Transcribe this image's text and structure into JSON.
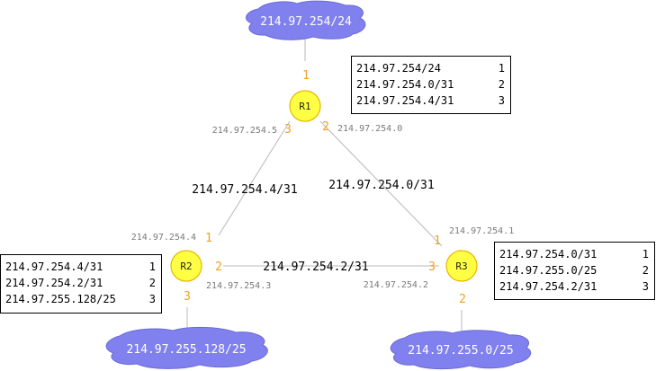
{
  "colors": {
    "cloud_fill": "#8080ee",
    "router_fill": "#ffff44",
    "router_stroke": "#e8b400",
    "port_color": "#f2a020",
    "link_color": "#b8b8b8"
  },
  "clouds": {
    "top": "214.97.254/24",
    "bottom_left": "214.97.255.128/25",
    "bottom_right": "214.97.255.0/25"
  },
  "routers": {
    "r1": "R1",
    "r2": "R2",
    "r3": "R3"
  },
  "links": {
    "r1_r2": "214.97.254.4/31",
    "r1_r3": "214.97.254.0/31",
    "r2_r3": "214.97.254.2/31"
  },
  "interfaces": {
    "r1_port3_ip": "214.97.254.5",
    "r1_port2_ip": "214.97.254.0",
    "r2_port1_ip": "214.97.254.4",
    "r2_port2_ip": "214.97.254.3",
    "r3_port1_ip": "214.97.254.1",
    "r3_port3_ip": "214.97.254.2"
  },
  "ports": {
    "r1_top": "1",
    "r1_left": "3",
    "r1_right": "2",
    "r2_top": "1",
    "r2_right": "2",
    "r2_bottom": "3",
    "r3_top": "1",
    "r3_left": "3",
    "r3_bottom": "2"
  },
  "routing_tables": {
    "r1": [
      {
        "prefix": "214.97.254/24",
        "port": "1"
      },
      {
        "prefix": "214.97.254.0/31",
        "port": "2"
      },
      {
        "prefix": "214.97.254.4/31",
        "port": "3"
      }
    ],
    "r2": [
      {
        "prefix": "214.97.254.4/31",
        "port": "1"
      },
      {
        "prefix": "214.97.254.2/31",
        "port": "2"
      },
      {
        "prefix": "214.97.255.128/25",
        "port": "3"
      }
    ],
    "r3": [
      {
        "prefix": "214.97.254.0/31",
        "port": "1"
      },
      {
        "prefix": "214.97.255.0/25",
        "port": "2"
      },
      {
        "prefix": "214.97.254.2/31",
        "port": "3"
      }
    ]
  }
}
